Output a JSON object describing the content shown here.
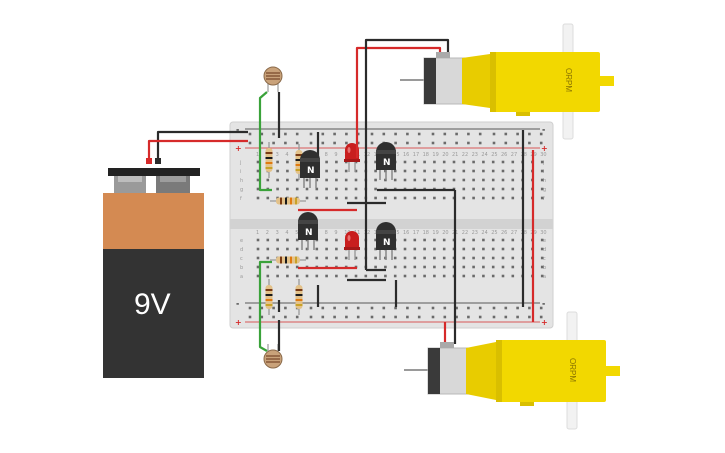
{
  "battery": {
    "label": "9V",
    "body_color": "#333333",
    "cap_color": "#d48a52"
  },
  "motors": [
    {
      "id": "motor-top",
      "label": "ORPM"
    },
    {
      "id": "motor-bottom",
      "label": "ORPM"
    }
  ],
  "transistors": [
    {
      "id": "q1",
      "label": "N"
    },
    {
      "id": "q2",
      "label": "N"
    },
    {
      "id": "q3",
      "label": "N"
    },
    {
      "id": "q4",
      "label": "N"
    }
  ],
  "breadboard": {
    "row_letters_top": [
      "a",
      "b",
      "c",
      "d",
      "e"
    ],
    "row_letters_bottom": [
      "f",
      "g",
      "h",
      "i",
      "j"
    ],
    "rail_plus": "+",
    "rail_minus": "-",
    "column_numbers": [
      "1",
      "2",
      "3",
      "4",
      "5",
      "6",
      "7",
      "8",
      "9",
      "10",
      "11",
      "12",
      "13",
      "14",
      "15",
      "16",
      "17",
      "18",
      "19",
      "20",
      "21",
      "22",
      "23",
      "24",
      "25",
      "26",
      "27",
      "28",
      "29",
      "30"
    ]
  },
  "colors": {
    "wire_red": "#d62a2a",
    "wire_black": "#2b2b2b",
    "wire_green": "#3aa23a",
    "motor_yellow": "#f2d800",
    "led_red": "#c81e1e",
    "breadboard": "#e3e3e3"
  }
}
